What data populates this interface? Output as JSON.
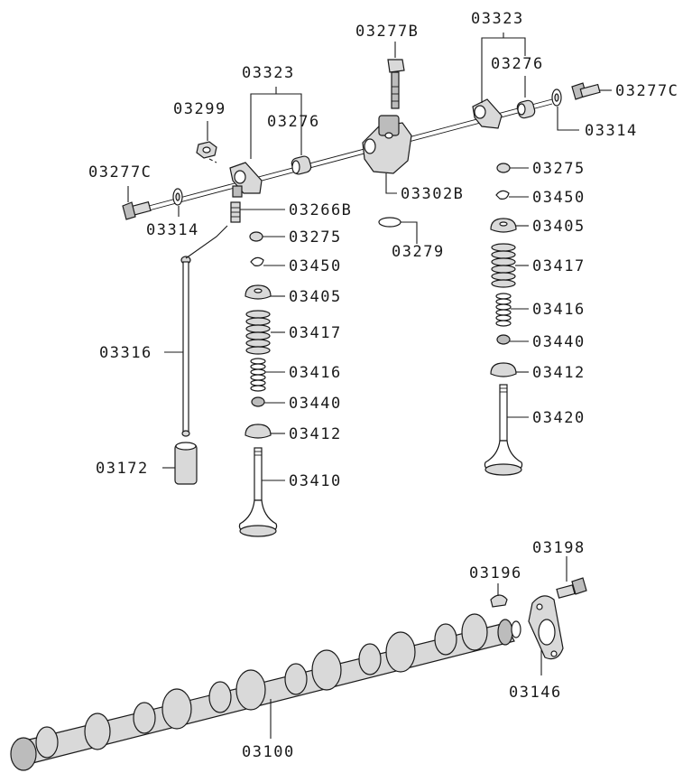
{
  "diagram": {
    "labels": {
      "p03323_left": "03323",
      "p03323_right": "03323",
      "p03277B": "03277B",
      "p03276_left": "03276",
      "p03276_right": "03276",
      "p03299": "03299",
      "p03277C_left": "03277C",
      "p03277C_right": "03277C",
      "p03314_left": "03314",
      "p03314_right": "03314",
      "p03266B": "03266B",
      "p03302B": "03302B",
      "p03279": "03279",
      "p03275_left": "03275",
      "p03275_right": "03275",
      "p03450_left": "03450",
      "p03450_right": "03450",
      "p03405_left": "03405",
      "p03405_right": "03405",
      "p03417_left": "03417",
      "p03417_right": "03417",
      "p03416_left": "03416",
      "p03416_right": "03416",
      "p03440_left": "03440",
      "p03440_right": "03440",
      "p03412_left": "03412",
      "p03412_right": "03412",
      "p03316": "03316",
      "p03172": "03172",
      "p03410": "03410",
      "p03420": "03420",
      "p03198": "03198",
      "p03196": "03196",
      "p03146": "03146",
      "p03100": "03100"
    }
  }
}
